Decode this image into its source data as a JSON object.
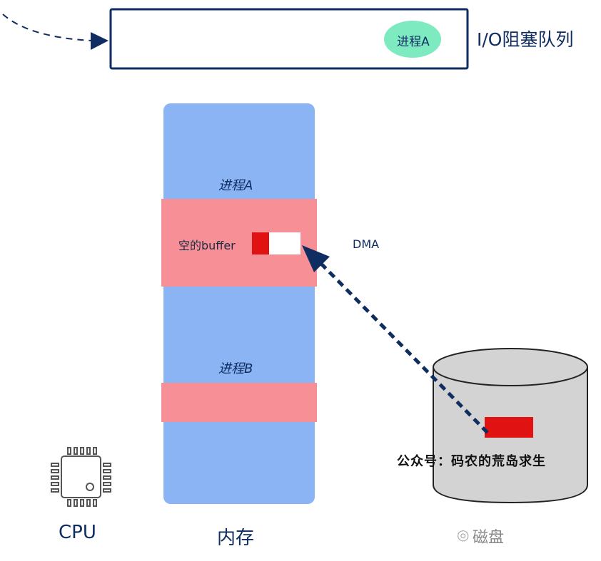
{
  "io_queue": {
    "label": "I/O阻塞队列",
    "process_badge": "进程A"
  },
  "memory": {
    "label": "内存",
    "process_a_label": "进程A",
    "process_b_label": "进程B",
    "empty_buffer_label": "空的buffer"
  },
  "dma": {
    "label": "DMA"
  },
  "disk": {
    "label": "磁盘"
  },
  "cpu": {
    "label": "CPU"
  },
  "watermark": {
    "text": "公众号：码农的荒岛求生"
  },
  "colors": {
    "memory_blue": "#8bb4f5",
    "process_pink": "#f79096",
    "buffer_red": "#e01212",
    "badge_green": "#7deac0",
    "disk_gray": "#d3d3d3",
    "navy": "#0f2d60"
  }
}
